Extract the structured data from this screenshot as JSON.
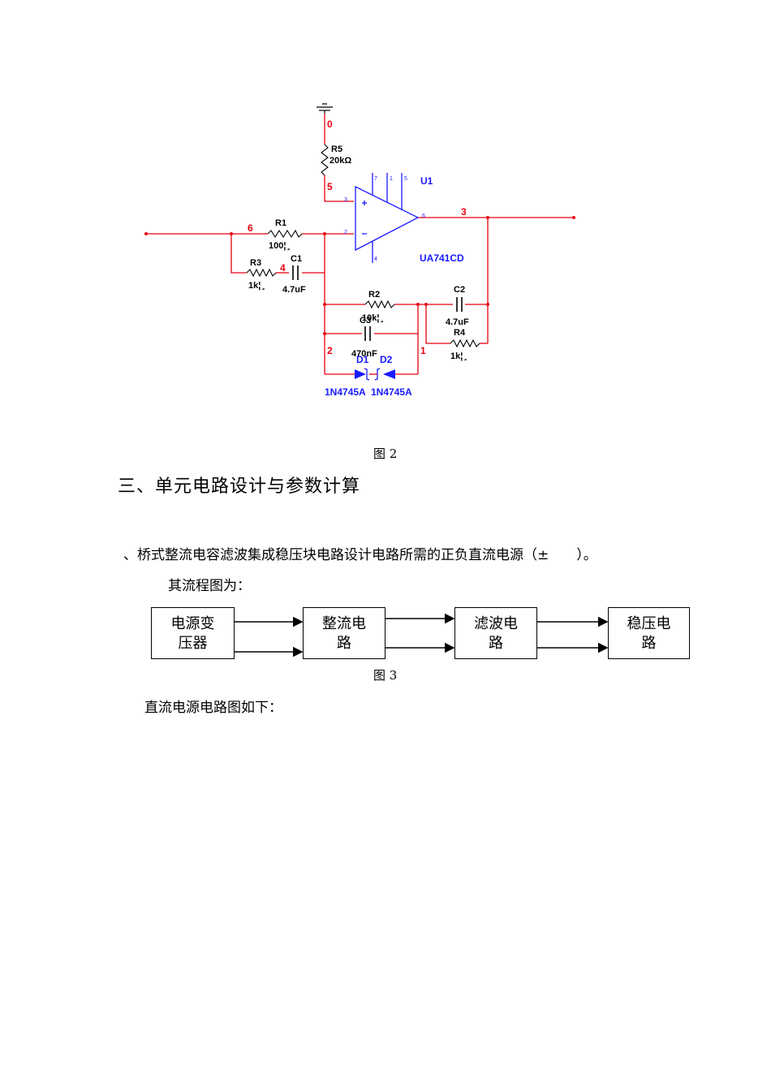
{
  "circuit": {
    "nodes": [
      "0",
      "5",
      "6",
      "4",
      "3",
      "2",
      "1"
    ],
    "components": {
      "R5": {
        "name": "R5",
        "value": "20kΩ"
      },
      "R1": {
        "name": "R1",
        "value": "100¦ ̧"
      },
      "R3": {
        "name": "R3",
        "value": "1k¦ ̧"
      },
      "C1": {
        "name": "C1",
        "value": "4.7uF"
      },
      "R2": {
        "name": "R2",
        "value": "10k¦ ̧"
      },
      "C3": {
        "name": "C3",
        "value": "470nF"
      },
      "C2": {
        "name": "C2",
        "value": "4.7uF"
      },
      "R4": {
        "name": "R4",
        "value": "1k¦ ̧"
      },
      "D1": {
        "name": "D1",
        "value": "1N4745A"
      },
      "D2": {
        "name": "D2",
        "value": "1N4745A"
      },
      "U1": {
        "name": "U1",
        "value": "UA741CD"
      }
    },
    "pins": [
      "7",
      "1",
      "5",
      "3",
      "2",
      "6",
      "4"
    ],
    "colors": {
      "wire": "#e8000f",
      "node_label": "#e8000f",
      "component": "#1a1aff",
      "body": "#000000"
    }
  },
  "figure2_caption": "图 2",
  "section_heading": "三、单元电路设计与参数计算",
  "para1": "、桥式整流电容滤波集成稳压块电路设计电路所需的正负直流电源（±　　）。",
  "para2": "其流程图为：",
  "flow": [
    {
      "line1": "电源变",
      "line2": "压器"
    },
    {
      "line1": "整流电",
      "line2": "路"
    },
    {
      "line1": "滤波电",
      "line2": "路"
    },
    {
      "line1": "稳压电",
      "line2": "路"
    }
  ],
  "figure3_caption": "图 3",
  "para3": "直流电源电路图如下："
}
